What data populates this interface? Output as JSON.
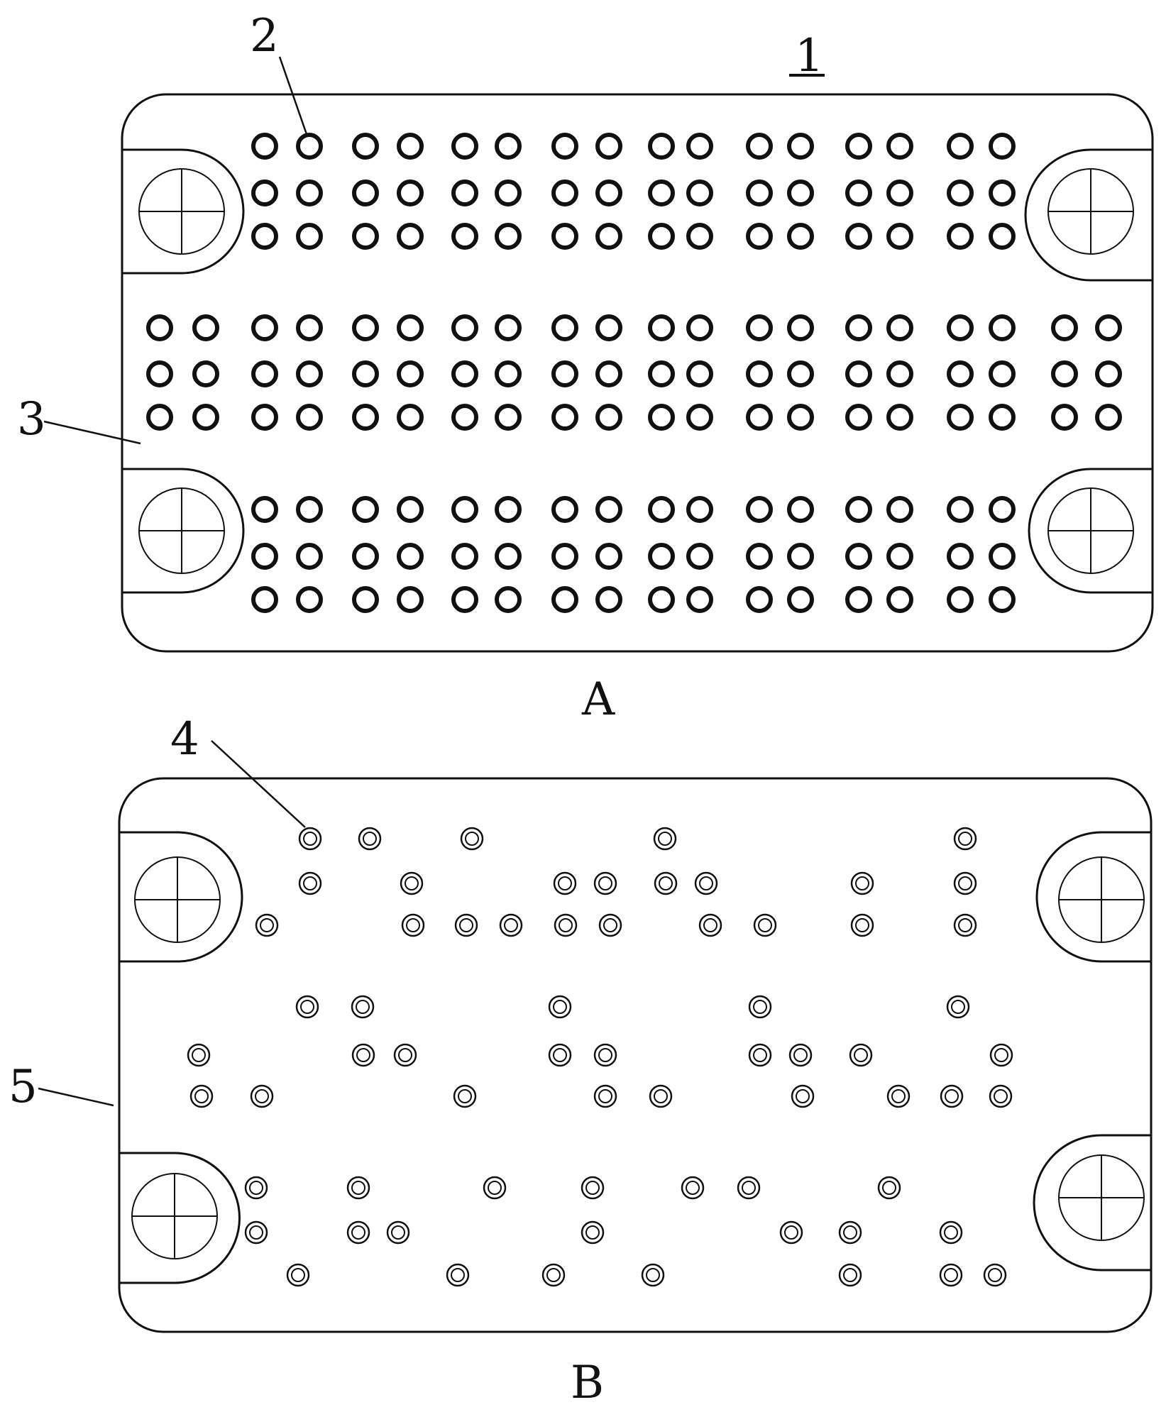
{
  "labels": {
    "figure_number": "1",
    "ref_connector_hole": "2",
    "ref_plate_a": "3",
    "ref_small_hole": "4",
    "ref_plate_b": "5",
    "view_a": "A",
    "view_b": "B"
  },
  "colors": {
    "line": "#111111",
    "background": "#ffffff"
  },
  "icons": {
    "mount_hole": "circle-with-crosshair",
    "pin_hole": "thick-ring",
    "small_hole": "double-ring"
  }
}
